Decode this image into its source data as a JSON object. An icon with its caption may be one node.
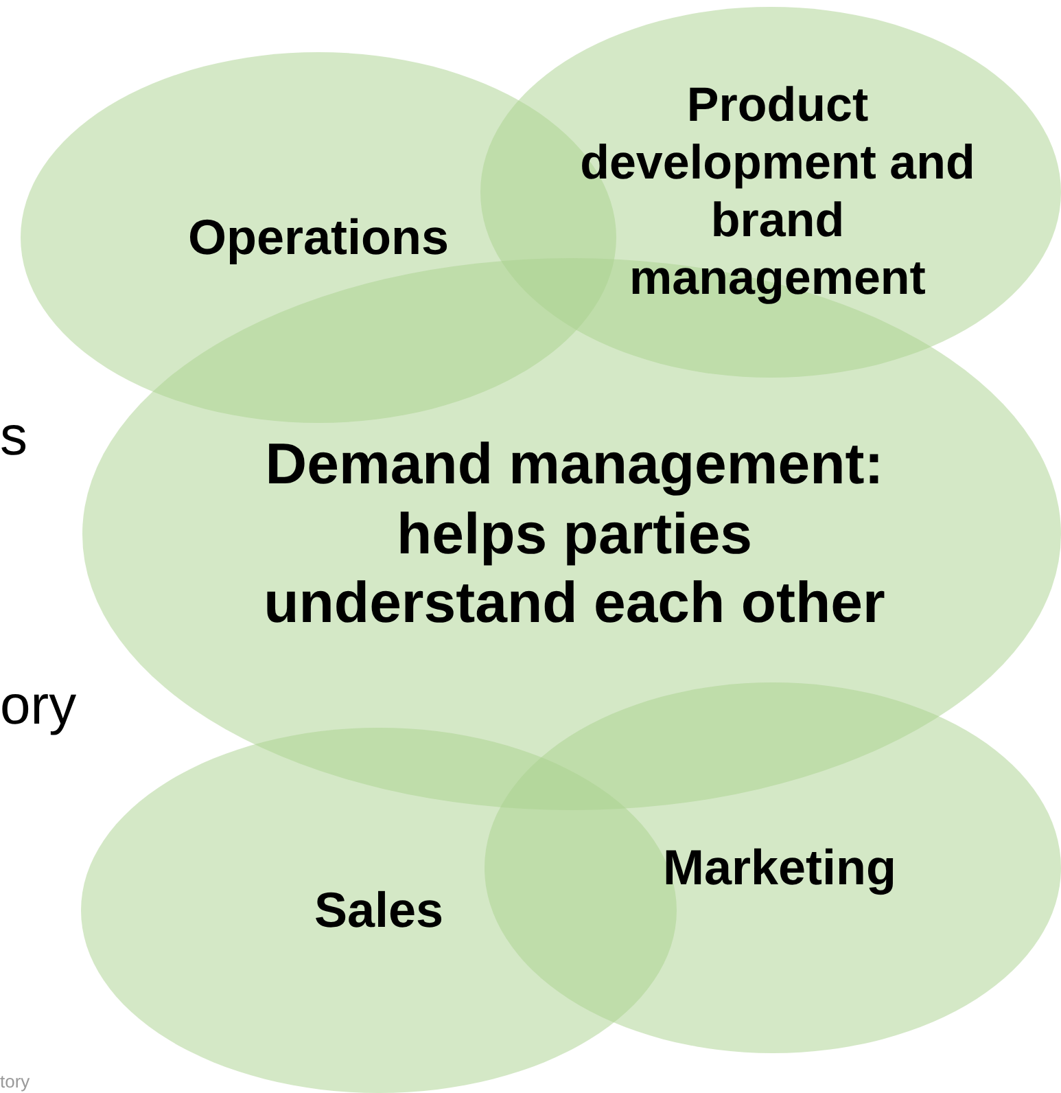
{
  "diagram": {
    "nodes": [
      {
        "text": [
          "Operations"
        ]
      },
      {
        "text": [
          "Product development and brand management"
        ]
      },
      {
        "text": [
          "Demand management: helps parties understand each other"
        ]
      },
      {
        "text": [
          "Sales"
        ]
      },
      {
        "text": [
          "Marketing"
        ]
      }
    ],
    "labels": [
      "s",
      "ory",
      "tory"
    ]
  }
}
